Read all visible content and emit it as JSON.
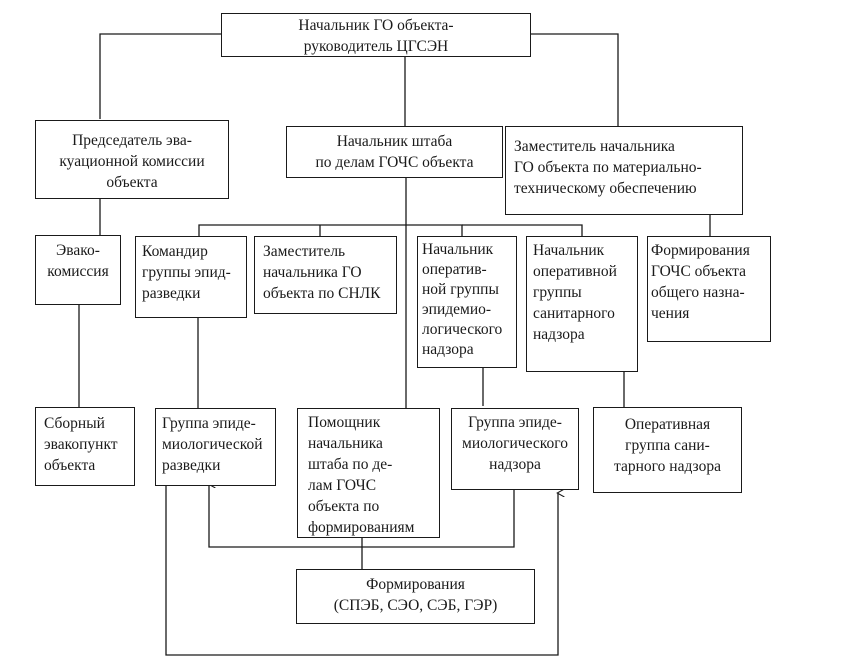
{
  "diagram": {
    "nodes": {
      "head": "Начальник ГО объекта-\nруководитель ЦГСЭН",
      "evac_chair": "Председатель эва-\nкуационной комиссии\nобъекта",
      "chief_of_staff": "Начальник штаба\nпо делам ГОЧС объекта",
      "deputy_logistics": "Заместитель начальника\nГО объекта по материально-\nтехническому обеспечению",
      "evac_commission": "Эвако-\nкомиссия",
      "epid_recon_commander": "Командир\nгруппы эпид-\nразведки",
      "deputy_snlk": "Заместитель\nначальника ГО\nобъекта по СНЛК",
      "epid_supervision_chief": "Начальник\nоператив-\nной группы\nэпидемио-\nлогического\nнадзора",
      "sanitary_supervision_chief": "Начальник\nоперативной\nгруппы\nсанитарного\nнадзора",
      "general_formations": "Формирования\nГОЧС объекта\nобщего назна-\nчения",
      "assembly_point": "Сборный\nэвакопункт\nобъекта",
      "epid_recon_group": "Группа эпиде-\nмиологической\nразведки",
      "assistant_chief": "Помощник\nначальника\nштаба по де-\nлам ГОЧС\nобъекта по\nформированиям",
      "epid_supervision_group": "Группа эпиде-\nмиологического\nнадзора",
      "sanitary_supervision_group": "Оперативная\nгруппа сани-\nтарного надзора",
      "formations": "Формирования\n(СПЭБ, СЭО, СЭБ, ГЭР)"
    }
  }
}
